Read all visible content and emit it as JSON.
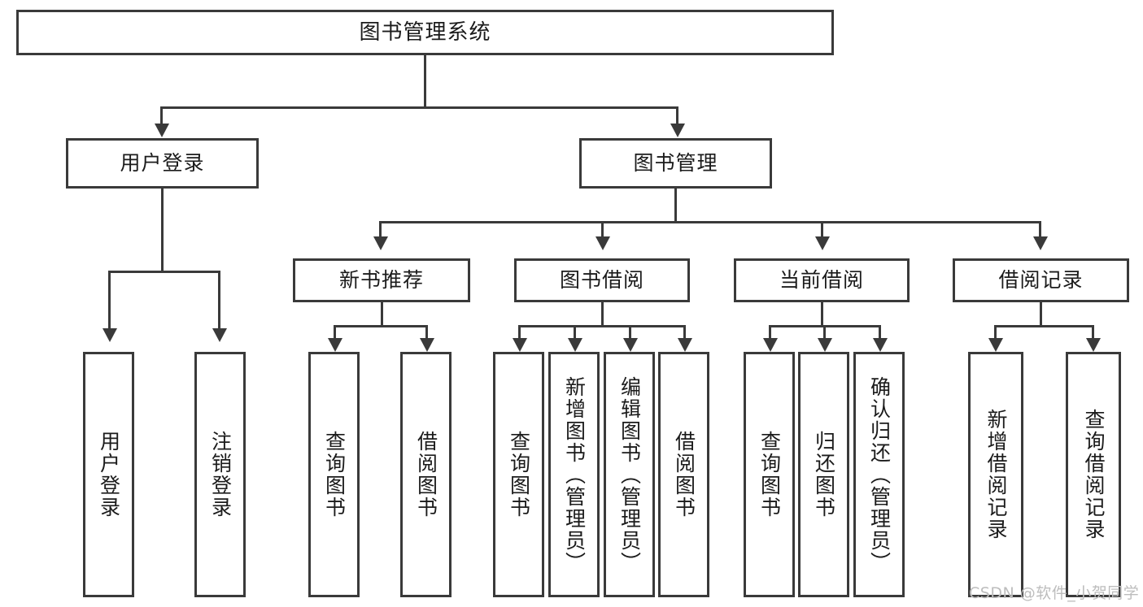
{
  "diagram": {
    "type": "tree-hierarchy-diagram",
    "title": "图书管理系统",
    "colors": {
      "stroke": "#3a3a3a",
      "text": "#1b1b1b",
      "background": "#ffffff",
      "watermark": "#bdbdbd"
    },
    "root": {
      "label": "图书管理系统"
    },
    "level1": [
      {
        "label": "用户登录"
      },
      {
        "label": "图书管理"
      }
    ],
    "level2": [
      {
        "label": "新书推荐",
        "parent": "图书管理"
      },
      {
        "label": "图书借阅",
        "parent": "图书管理"
      },
      {
        "label": "当前借阅",
        "parent": "图书管理"
      },
      {
        "label": "借阅记录",
        "parent": "图书管理"
      }
    ],
    "leaves": {
      "user_login": [
        {
          "label": "用户登录"
        },
        {
          "label": "注销登录"
        }
      ],
      "new_book_recommend": [
        {
          "label": "查询图书"
        },
        {
          "label": "借阅图书"
        }
      ],
      "book_borrow": [
        {
          "label": "查询图书"
        },
        {
          "label": "新增图书（管理员）"
        },
        {
          "label": "编辑图书（管理员）"
        },
        {
          "label": "借阅图书"
        }
      ],
      "current_borrow": [
        {
          "label": "查询图书"
        },
        {
          "label": "归还图书"
        },
        {
          "label": "确认归还（管理员）"
        }
      ],
      "borrow_record": [
        {
          "label": "新增借阅记录"
        },
        {
          "label": "查询借阅记录"
        }
      ]
    }
  },
  "watermark": {
    "text": "CSDN @软件_小贺同学"
  }
}
